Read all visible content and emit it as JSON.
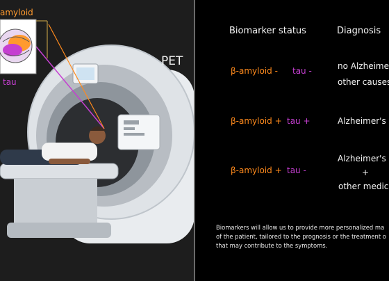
{
  "left": {
    "amyloid_label": "amyloid",
    "tau_label": "tau",
    "pet_label": "PET"
  },
  "headers": {
    "biomarker_status": "Biomarker status",
    "diagnosis": "Diagnosis"
  },
  "rows": [
    {
      "amyloid": "β-amyloid -",
      "tau": "tau -",
      "diagnosis_lines": [
        "no Alzheimer",
        "other causes"
      ]
    },
    {
      "amyloid": "β-amyloid +",
      "tau": "tau +",
      "diagnosis_lines": [
        "Alzheimer's d"
      ]
    },
    {
      "amyloid": "β-amyloid +",
      "tau": "tau -",
      "diagnosis_lines": [
        "Alzheimer's d",
        "+",
        "other medica"
      ]
    }
  ],
  "note_lines": [
    "Biomarkers will allow us to provide more personalized ma",
    "of the patient, tailored to the prognosis or the treatment o",
    "that may contribute to the symptoms."
  ],
  "colors": {
    "amyloid": "#ff8a1c",
    "tau": "#c53fd1"
  }
}
